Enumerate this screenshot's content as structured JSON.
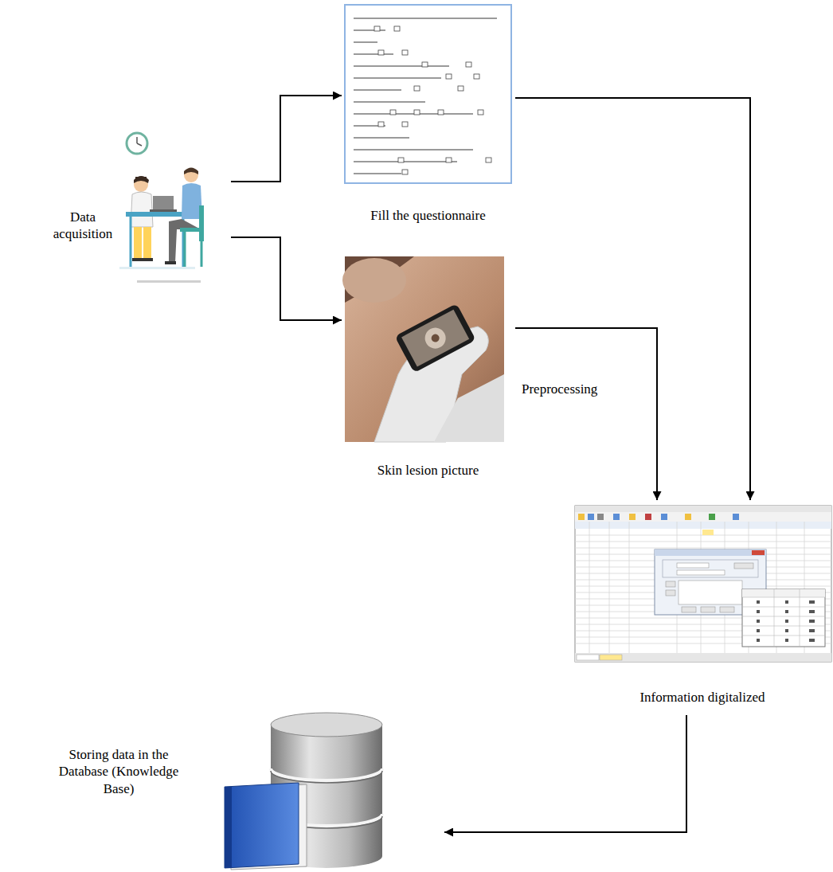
{
  "diagram": {
    "nodes": [
      {
        "text": [
          "Data acquisition"
        ]
      },
      {
        "text": [
          "Fill the questionnaire"
        ]
      },
      {
        "text": [
          "Skin lesion picture"
        ]
      },
      {
        "text": [
          "Information digitalized"
        ]
      },
      {
        "text": [
          "Storing data in the Database (Knowledge Base)"
        ]
      }
    ],
    "edges": [
      {
        "from": 0,
        "to": 1,
        "arrow": "to"
      },
      {
        "from": 0,
        "to": 2,
        "arrow": "to"
      },
      {
        "from": 1,
        "to": 3,
        "arrow": "to"
      },
      {
        "from": 2,
        "to": 3,
        "label": "Preprocessing",
        "arrow": "to"
      },
      {
        "from": 3,
        "to": 4,
        "arrow": "to"
      }
    ]
  }
}
